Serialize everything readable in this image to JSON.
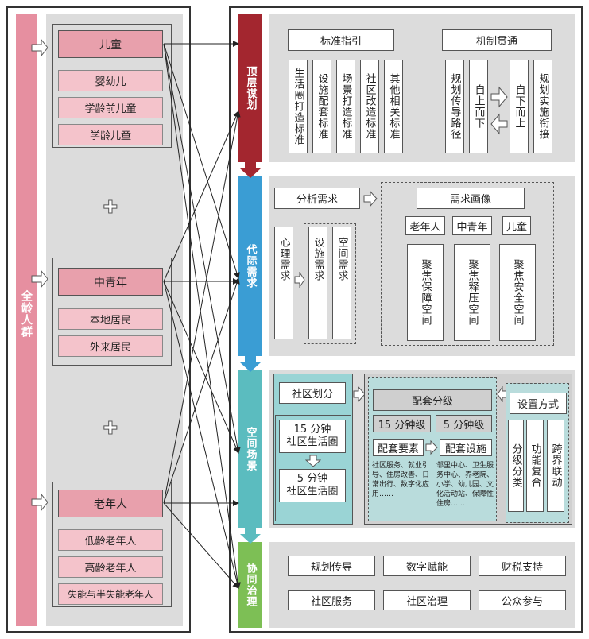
{
  "left": {
    "all_ages": "全龄人群",
    "groups": [
      {
        "title": "儿童",
        "items": [
          "婴幼儿",
          "学龄前儿童",
          "学龄儿童"
        ]
      },
      {
        "title": "中青年",
        "items": [
          "本地居民",
          "外来居民"
        ]
      },
      {
        "title": "老年人",
        "items": [
          "低龄老年人",
          "高龄老年人",
          "失能与半失能老年人"
        ]
      }
    ],
    "plus": "✚"
  },
  "phases": [
    {
      "label": "顶层谋划",
      "color": "#a3262f"
    },
    {
      "label": "代际需求",
      "color": "#3a9dd4"
    },
    {
      "label": "空间场景",
      "color": "#5bbcbf"
    },
    {
      "label": "协同治理",
      "color": "#7dbf55"
    }
  ],
  "s1": {
    "std_title": "标准指引",
    "std_items": [
      "生活圈打造标准",
      "设施配套标准",
      "场景打造标准",
      "社区改造标准",
      "其他相关标准"
    ],
    "mech_title": "机制贯通",
    "mech_items": [
      "规划传导路径",
      "自上而下",
      "自下而上",
      "规划实施衔接"
    ]
  },
  "s2": {
    "analyze": "分析需求",
    "needs": [
      "心理需求",
      "设施需求",
      "空间需求"
    ],
    "portrait_title": "需求画像",
    "portrait_groups": [
      {
        "title": "老年人",
        "body": "聚焦保障空间"
      },
      {
        "title": "中青年",
        "body": "聚焦释压空间"
      },
      {
        "title": "儿童",
        "body": "聚焦安全空间"
      }
    ]
  },
  "s3": {
    "division": "社区划分",
    "circle15": "15 分钟\n社区生活圈",
    "circle5": "5 分钟\n社区生活圈",
    "grading": "配套分级",
    "grade15": "15 分钟级",
    "grade5": "5 分钟级",
    "elements": "配套要素",
    "facilities": "配套设施",
    "elements_text": "社区服务、就业引导、住房改善、日常出行、数字化应用……",
    "facilities_text": "邻里中心、卫生服务中心、养老院、小学、幼儿园、文化活动站、保障性住房……",
    "method_title": "设置方式",
    "methods": [
      "分级分类",
      "功能复合",
      "跨界联动"
    ]
  },
  "s4": {
    "items": [
      "规划传导",
      "数字赋能",
      "财税支持",
      "社区服务",
      "社区治理",
      "公众参与"
    ]
  }
}
